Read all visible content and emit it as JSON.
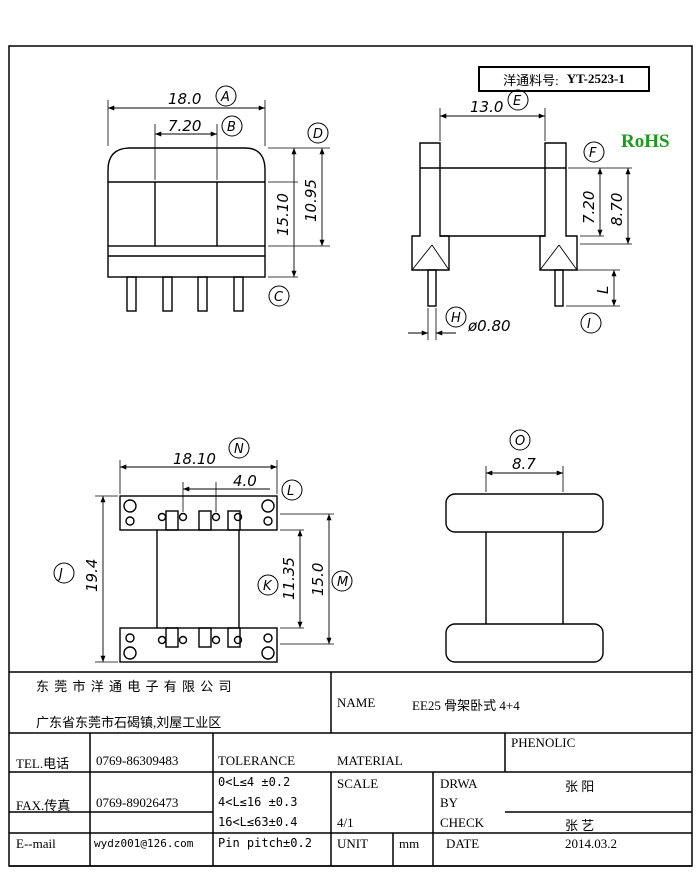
{
  "part_number": {
    "label": "洋通料号:",
    "value": "YT-2523-1"
  },
  "rohs": "RoHS",
  "views": {
    "top_left": {
      "dim_a": "18.0",
      "bal_a": "A",
      "dim_b": "7.20",
      "bal_b": "B",
      "bal_d": "D",
      "dim_h1": "15.10",
      "dim_h2": "10.95",
      "bal_c": "C"
    },
    "top_right": {
      "dim_e": "13.0",
      "bal_e": "E",
      "bal_f": "F",
      "dim_g1": "7.20",
      "dim_g2": "8.70",
      "dim_l": "L",
      "bal_h": "H",
      "dim_pin": "ø0.80",
      "bal_i": "I"
    },
    "bottom_left": {
      "dim_n": "18.10",
      "bal_n": "N",
      "dim_l": "4.0",
      "bal_l": "L",
      "bal_j": "J",
      "dim_j": "19.4",
      "bal_k": "K",
      "dim_k": "11.35",
      "dim_m": "15.0",
      "bal_m": "M"
    },
    "bottom_right": {
      "bal_o": "O",
      "dim_o": "8.7"
    }
  },
  "title_block": {
    "company": "东 莞 市 洋 通 电 子 有 限 公 司",
    "address": "广东省东莞市石碣镇,刘屋工业区",
    "name_label": "NAME",
    "name_value": "EE25 骨架卧式 4+4",
    "tel_label": "TEL.电话",
    "tel_value": "0769-86309483",
    "fax_label": "FAX.传真",
    "fax_value": "0769-89026473",
    "email_label": "E--mail",
    "email_value": "wydz001@126.com",
    "tolerance_label": "TOLERANCE",
    "tol_1": "0<L≤4   ±0.2",
    "tol_2": "4<L≤16  ±0.3",
    "tol_3": "16<L≤63±0.4",
    "tol_pin": "Pin pitch±0.2",
    "material_label": "MATERIAL",
    "material_value": "PHENOLIC",
    "scale_label": "SCALE",
    "scale_value": "4/1",
    "drawn_label_1": "DRWA",
    "drawn_label_2": "BY",
    "drawn_value": "张 阳",
    "check_label": "CHECK",
    "check_value": "张 艺",
    "unit_label": "UNIT",
    "unit_value": "mm",
    "date_label": "DATE",
    "date_value": "2014.03.2"
  }
}
